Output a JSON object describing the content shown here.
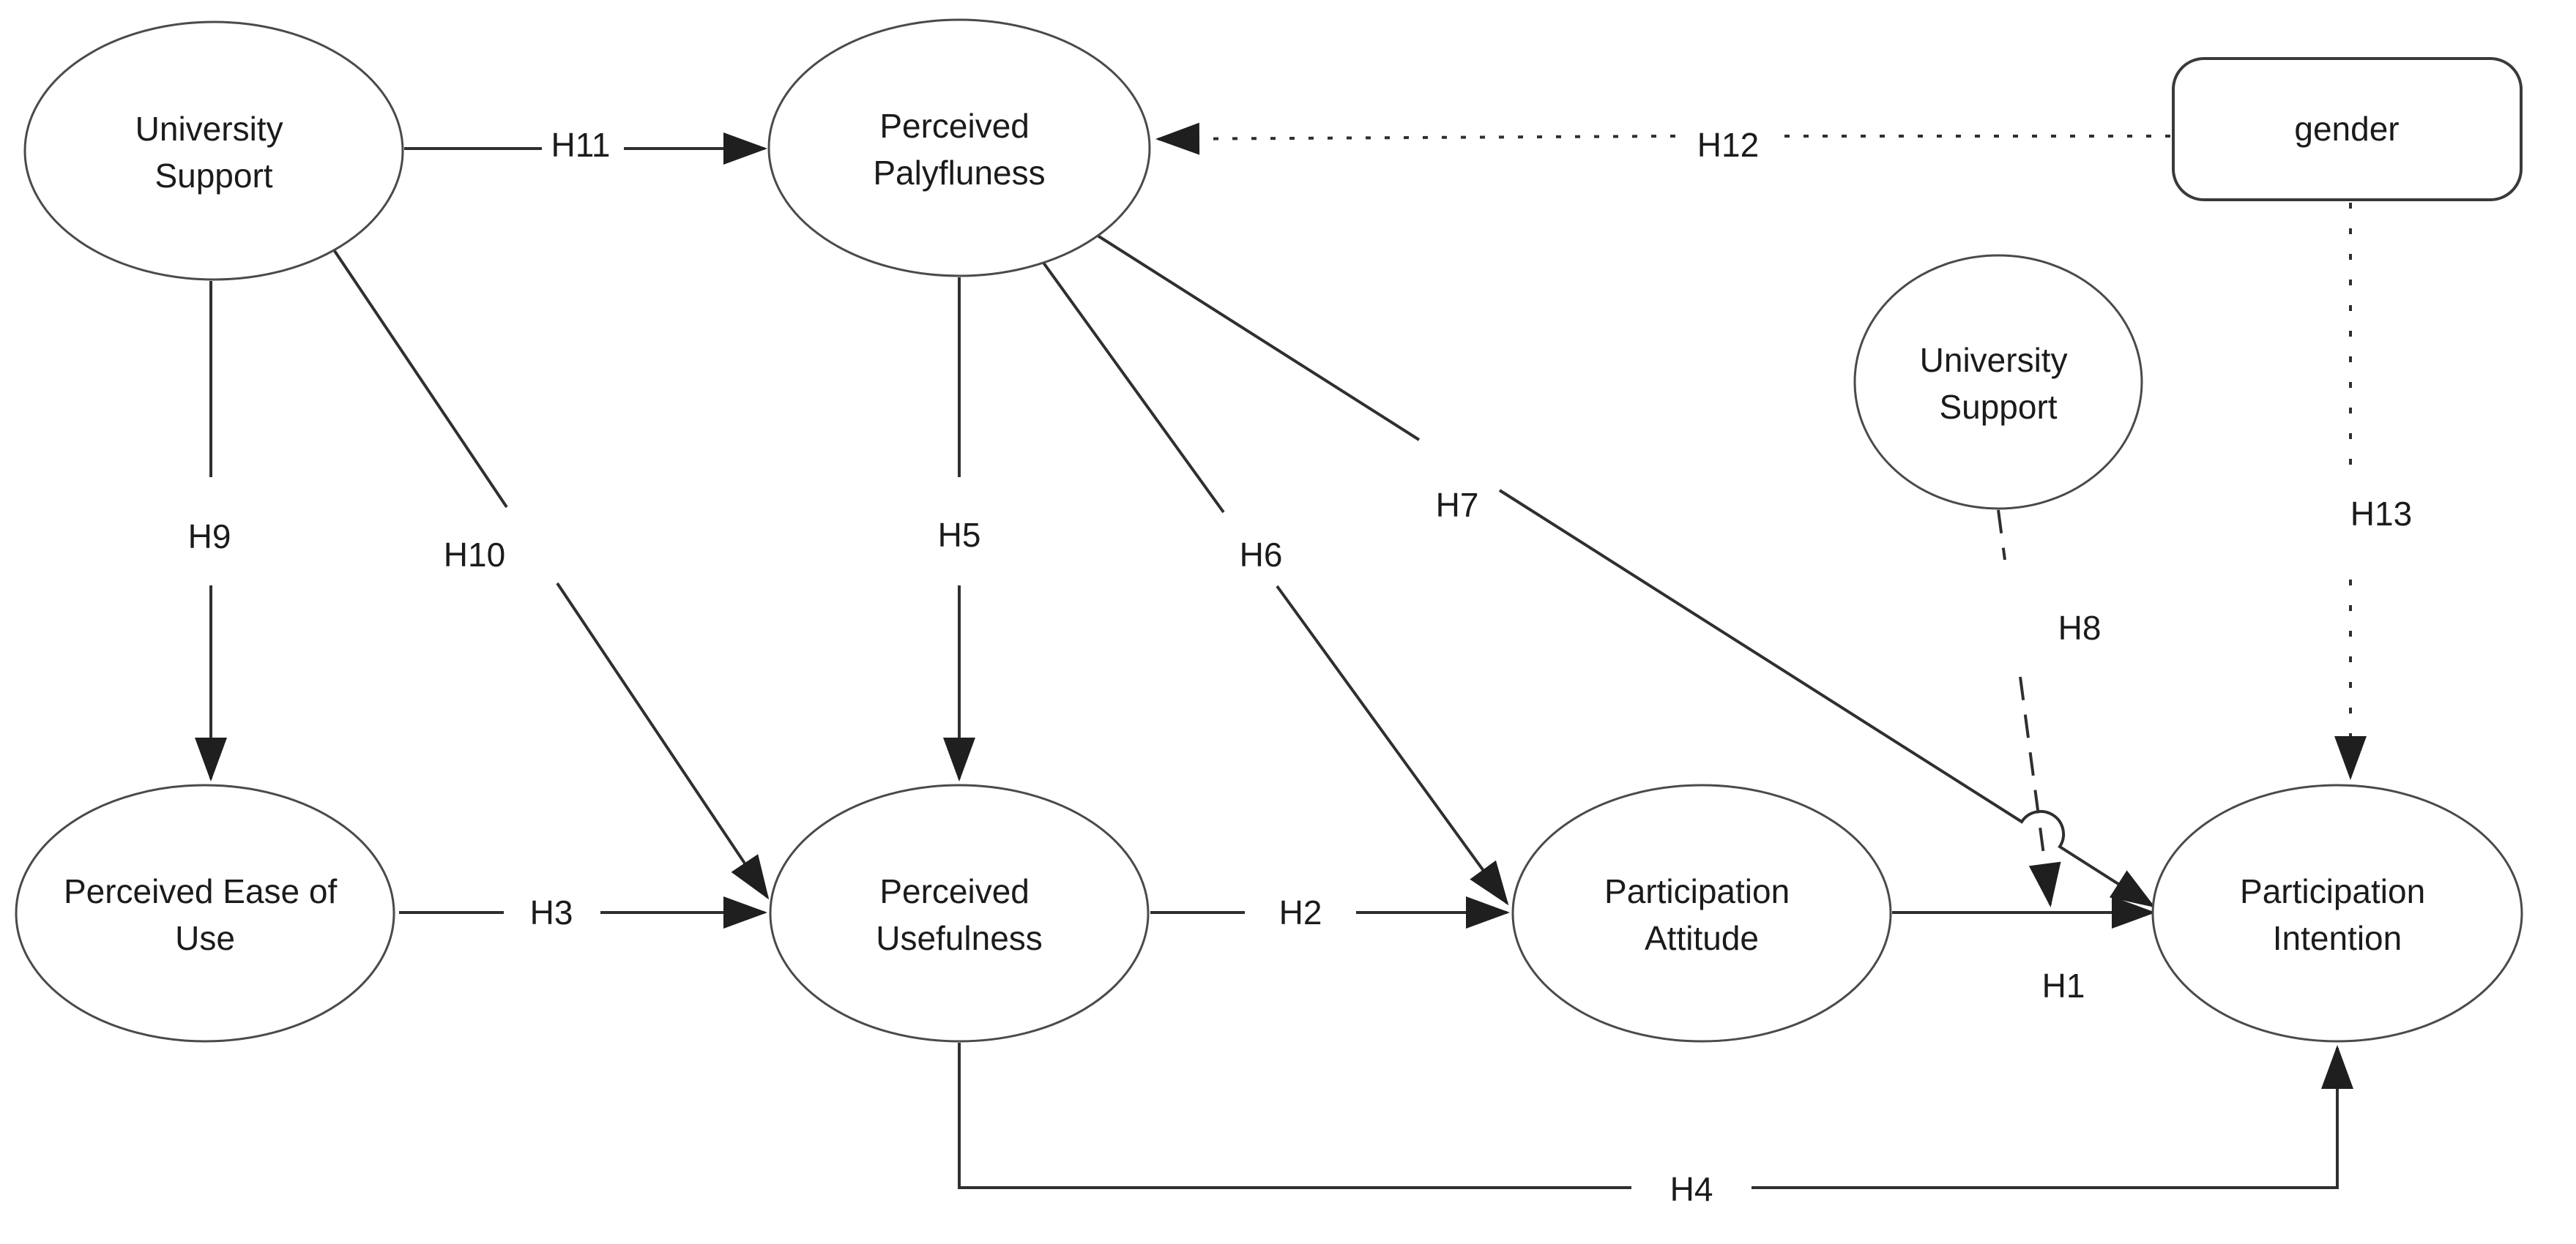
{
  "figure": {
    "background_color": "#ffffff",
    "line_color": "#2f2f2f",
    "shape_outline_color": "#4a4a4a",
    "text_color": "#1b1b1b"
  },
  "nodes": {
    "university_support_left": {
      "shape": "ellipse",
      "line1": "University",
      "line2": "Support"
    },
    "perceived_playfulness": {
      "shape": "ellipse",
      "line1": "Perceived",
      "line2": "Palyfluness"
    },
    "gender": {
      "shape": "rounded-rect",
      "line1": "gender"
    },
    "university_support_right": {
      "shape": "ellipse",
      "line1": "University",
      "line2": "Support"
    },
    "perceived_ease_of_use": {
      "shape": "ellipse",
      "line1": "Perceived Ease of",
      "line2": "Use"
    },
    "perceived_usefulness": {
      "shape": "ellipse",
      "line1": "Perceived",
      "line2": "Usefulness"
    },
    "participation_attitude": {
      "shape": "ellipse",
      "line1": "Participation",
      "line2": "Attitude"
    },
    "participation_intention": {
      "shape": "ellipse",
      "line1": "Participation",
      "line2": "Intention"
    }
  },
  "edges": {
    "h1": {
      "label": "H1",
      "from": "participation_attitude",
      "to": "participation_intention",
      "style": "solid"
    },
    "h2": {
      "label": "H2",
      "from": "perceived_usefulness",
      "to": "participation_attitude",
      "style": "solid"
    },
    "h3": {
      "label": "H3",
      "from": "perceived_ease_of_use",
      "to": "perceived_usefulness",
      "style": "solid"
    },
    "h4": {
      "label": "H4",
      "from": "perceived_usefulness",
      "to": "participation_intention",
      "style": "solid"
    },
    "h5": {
      "label": "H5",
      "from": "perceived_playfulness",
      "to": "perceived_usefulness",
      "style": "solid"
    },
    "h6": {
      "label": "H6",
      "from": "perceived_playfulness",
      "to": "participation_attitude",
      "style": "solid"
    },
    "h7": {
      "label": "H7",
      "from": "perceived_playfulness",
      "to": "participation_intention",
      "style": "solid"
    },
    "h8": {
      "label": "H8",
      "from": "university_support_right",
      "to": "h1-path",
      "style": "dashed"
    },
    "h9": {
      "label": "H9",
      "from": "university_support_left",
      "to": "perceived_ease_of_use",
      "style": "solid"
    },
    "h10": {
      "label": "H10",
      "from": "university_support_left",
      "to": "perceived_usefulness",
      "style": "solid"
    },
    "h11": {
      "label": "H11",
      "from": "university_support_left",
      "to": "perceived_playfulness",
      "style": "solid"
    },
    "h12": {
      "label": "H12",
      "from": "gender",
      "to": "perceived_playfulness",
      "style": "dotted"
    },
    "h13": {
      "label": "H13",
      "from": "gender",
      "to": "participation_intention",
      "style": "dotted"
    }
  }
}
